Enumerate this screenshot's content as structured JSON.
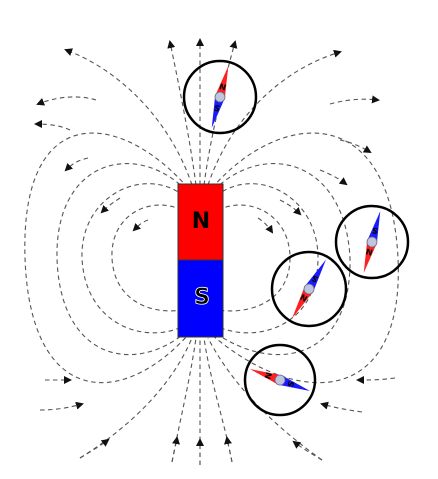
{
  "magnet": {
    "north_label": "N",
    "south_label": "S",
    "north_color": "#ff0000",
    "south_color": "#0000ff"
  },
  "compasses": [
    {
      "north_label": "N",
      "south_label": "S"
    },
    {
      "north_label": "N",
      "south_label": "S"
    },
    {
      "north_label": "N",
      "south_label": "S"
    },
    {
      "north_label": "N",
      "south_label": "S"
    }
  ],
  "colors": {
    "field_line": "#555555",
    "compass_ring": "#000000",
    "needle_north": "#ff2020",
    "needle_south": "#1a1aff",
    "pivot": "#c0c4dc"
  }
}
